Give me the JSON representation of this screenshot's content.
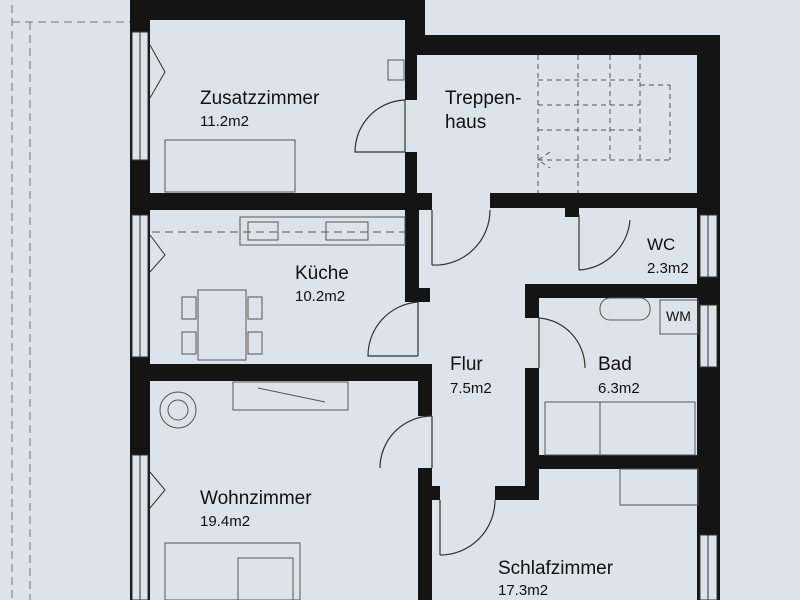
{
  "rooms": {
    "zusatzzimmer": {
      "name": "Zusatzzimmer",
      "area": "11.2m2"
    },
    "treppenhaus": {
      "name_line1": "Treppen-",
      "name_line2": "haus"
    },
    "wc": {
      "name": "WC",
      "area": "2.3m2"
    },
    "kueche": {
      "name": "Küche",
      "area": "10.2m2"
    },
    "flur": {
      "name": "Flur",
      "area": "7.5m2"
    },
    "bad": {
      "name": "Bad",
      "area": "6.3m2"
    },
    "wohnzimmer": {
      "name": "Wohnzimmer",
      "area": "19.4m2"
    },
    "schlafzimmer": {
      "name": "Schlafzimmer",
      "area": "17.3m2"
    }
  },
  "fixtures": {
    "washing_machine": "WM"
  },
  "colors": {
    "wall": "#141414",
    "background": "#dde3ea",
    "line": "#555555"
  }
}
